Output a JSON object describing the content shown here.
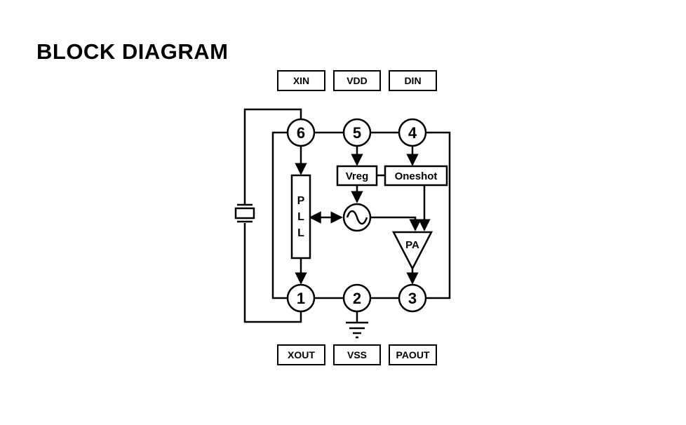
{
  "title": "BLOCK DIAGRAM",
  "pin_labels_top": {
    "xin": "XIN",
    "vdd": "VDD",
    "din": "DIN"
  },
  "pin_labels_bottom": {
    "xout": "XOUT",
    "vss": "VSS",
    "paout": "PAOUT"
  },
  "pins": {
    "p1": "1",
    "p2": "2",
    "p3": "3",
    "p4": "4",
    "p5": "5",
    "p6": "6"
  },
  "blocks": {
    "pll": [
      "P",
      "L",
      "L"
    ],
    "vreg": "Vreg",
    "oneshot": "Oneshot",
    "pa": "PA"
  },
  "icons": {
    "oscillator": "sine-wave-icon",
    "crystal": "crystal-icon",
    "ground": "ground-icon"
  }
}
